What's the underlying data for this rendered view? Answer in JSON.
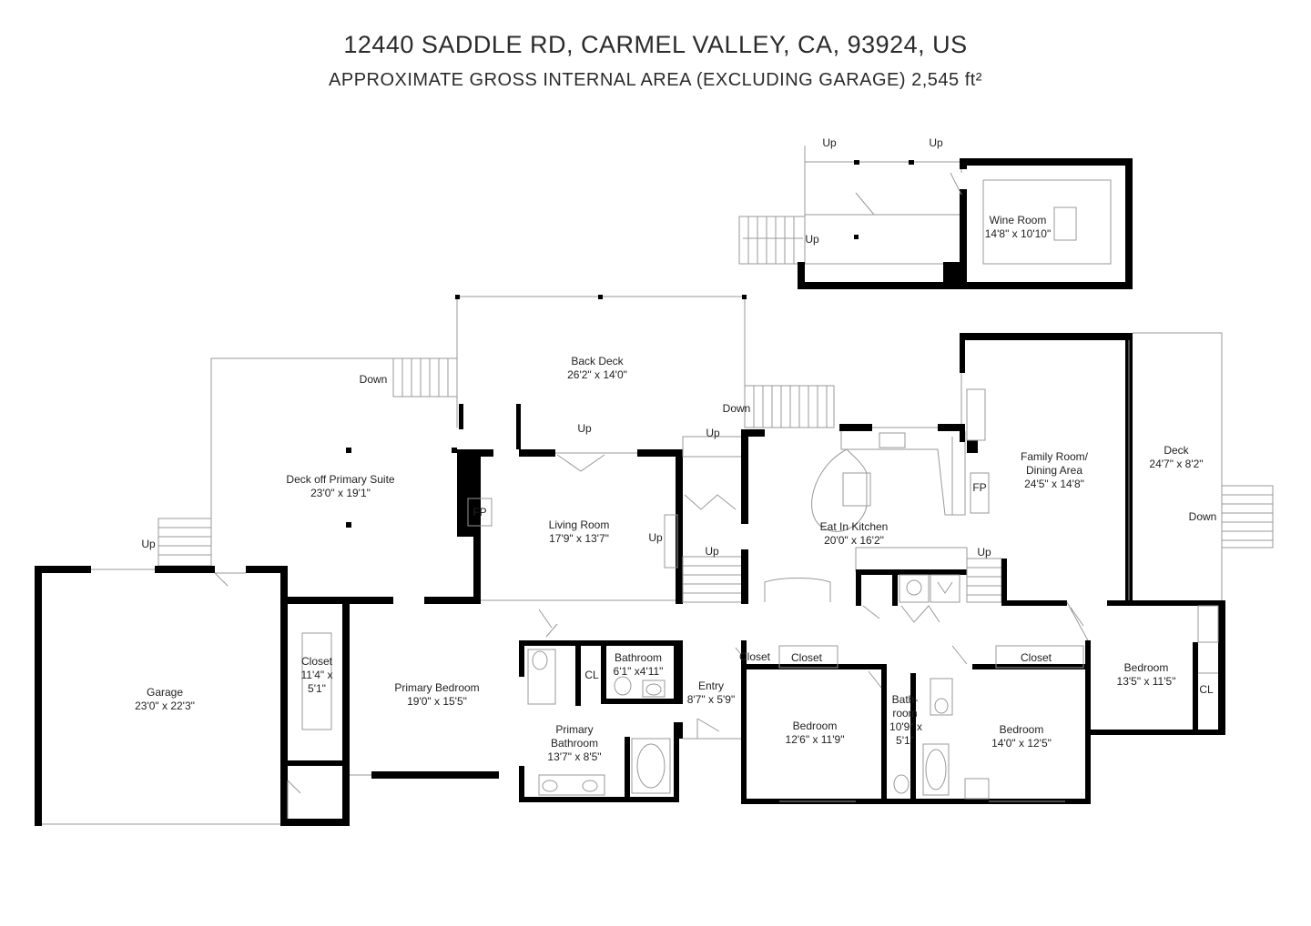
{
  "header": {
    "address": "12440 SADDLE RD, CARMEL VALLEY, CA, 93924, US",
    "area": "APPROXIMATE GROSS INTERNAL AREA (EXCLUDING GARAGE) 2,545 ft²"
  },
  "rooms": {
    "wine_room": {
      "name": "Wine Room",
      "dims": "14'8\" x 10'10\""
    },
    "back_deck": {
      "name": "Back Deck",
      "dims": "26'2\" x 14'0\""
    },
    "deck_primary": {
      "name": "Deck off Primary Suite",
      "dims": "23'0\" x 19'1\""
    },
    "living_room": {
      "name": "Living Room",
      "dims": "17'9\" x 13'7\""
    },
    "eat_kitchen": {
      "name": "Eat In Kitchen",
      "dims": "20'0\" x 16'2\""
    },
    "family_room": {
      "name1": "Family Room/",
      "name2": "Dining Area",
      "dims": "24'5\" x 14'8\""
    },
    "deck": {
      "name": "Deck",
      "dims": "24'7\" x 8'2\""
    },
    "garage": {
      "name": "Garage",
      "dims": "23'0\" x 22'3\""
    },
    "closet_main": {
      "name": "Closet",
      "dims1": "11'4\" x",
      "dims2": "5'1\""
    },
    "primary_bedroom": {
      "name": "Primary Bedroom",
      "dims": "19'0\" x 15'5\""
    },
    "bathroom_small": {
      "name": "Bathroom",
      "dims": "6'1\" x4'11\""
    },
    "primary_bath": {
      "name1": "Primary",
      "name2": "Bathroom",
      "dims": "13'7\" x 8'5\""
    },
    "entry": {
      "name": "Entry",
      "dims": "8'7\" x 5'9\""
    },
    "bedroom_a": {
      "name": "Bedroom",
      "dims": "12'6\" x 11'9\""
    },
    "bathroom_b": {
      "name1": "Bath-",
      "name2": "room",
      "dims1": "10'9\" x",
      "dims2": "5'1\""
    },
    "bedroom_b": {
      "name": "Bedroom",
      "dims": "14'0\" x 12'5\""
    },
    "bedroom_c": {
      "name": "Bedroom",
      "dims": "13'5\" x 11'5\""
    }
  },
  "small": {
    "closet": "Closet",
    "cl": "CL",
    "fp": "FP",
    "up": "Up",
    "down": "Down"
  }
}
